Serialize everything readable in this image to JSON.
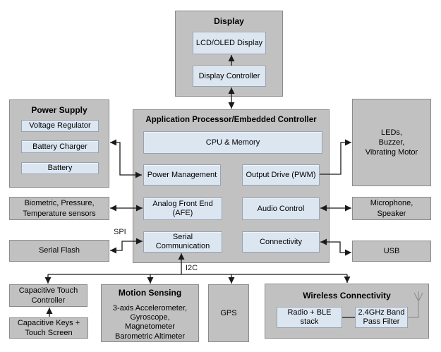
{
  "colors": {
    "block_fill": "#c1c1c1",
    "block_border": "#8a8a8a",
    "chip_fill": "#dce6f1",
    "chip_border": "#97a3b1",
    "line": "#1a1a1a",
    "antenna": "#909090"
  },
  "blocks": {
    "display": {
      "title": "Display"
    },
    "lcd_oled": {
      "label": "LCD/OLED Display"
    },
    "display_controller": {
      "label": "Display Controller"
    },
    "power_supply": {
      "title": "Power Supply"
    },
    "voltage_regulator": {
      "label": "Voltage Regulator"
    },
    "battery_charger": {
      "label": "Battery Charger"
    },
    "battery": {
      "label": "Battery"
    },
    "app_processor": {
      "title": "Application Processor/Embedded Controller"
    },
    "cpu_memory": {
      "label": "CPU & Memory"
    },
    "power_management": {
      "label": "Power Management"
    },
    "output_drive": {
      "label": "Output Drive (PWM)"
    },
    "analog_front_end": {
      "label": "Analog Front End\n(AFE)"
    },
    "audio_control": {
      "label": "Audio Control"
    },
    "serial_communication": {
      "label": "Serial\nCommunication"
    },
    "connectivity": {
      "label": "Connectivity"
    },
    "leds_buzzer_motor": {
      "label": "LEDs,\nBuzzer,\nVibrating Motor"
    },
    "biometric_sensors": {
      "label": "Biometric, Pressure,\nTemperature sensors"
    },
    "serial_flash": {
      "label": "Serial Flash"
    },
    "microphone_speaker": {
      "label": "Microphone,\nSpeaker"
    },
    "usb": {
      "label": "USB"
    },
    "cap_touch_controller": {
      "label": "Capacitive Touch\nController"
    },
    "cap_keys_touchscreen": {
      "label": "Capacitive Keys +\nTouch Screen"
    },
    "motion_sensing": {
      "title": "Motion Sensing",
      "body": "3-axis Accelerometer,\nGyroscope,\nMagnetometer\nBarometric Altimeter"
    },
    "gps": {
      "label": "GPS"
    },
    "wireless_connectivity": {
      "title": "Wireless Connectivity"
    },
    "radio_ble": {
      "label": "Radio + BLE\nstack"
    },
    "band_pass_filter": {
      "label": "2.4GHz Band\nPass Filter"
    }
  },
  "bus_labels": {
    "spi": "SPI",
    "i2c": "I2C"
  }
}
